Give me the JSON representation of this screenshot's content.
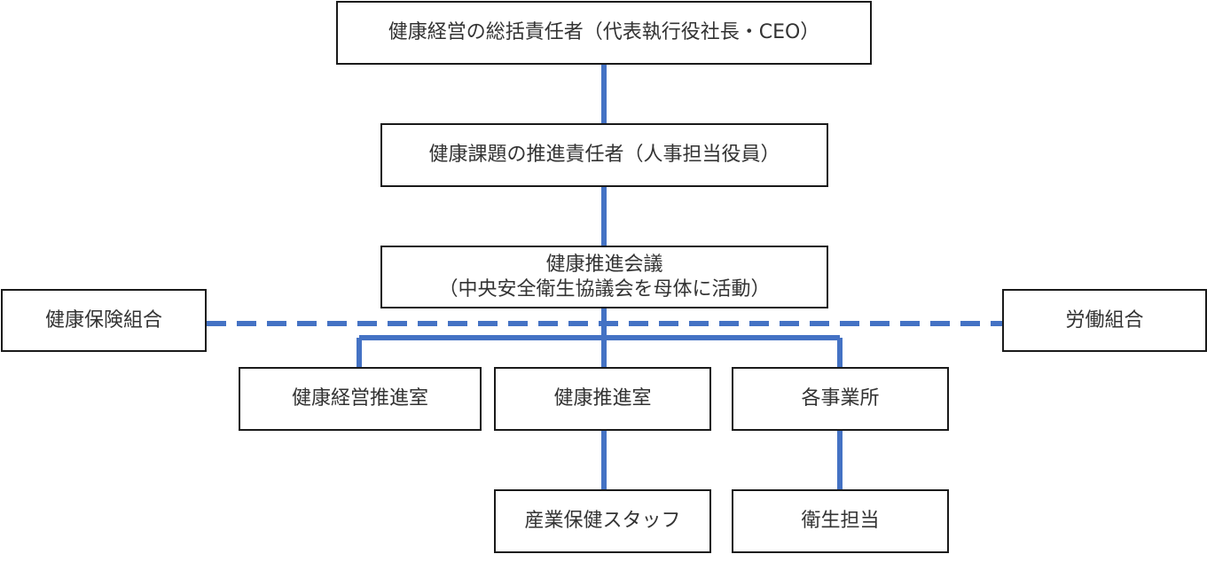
{
  "colors": {
    "connector": "#4472c4",
    "box_border": "#1a1a1a",
    "text": "#333333"
  },
  "nodes": {
    "ceo": {
      "label": "健康経営の総括責任者（代表執行役社長・CEO）"
    },
    "hr": {
      "label": "健康課題の推進責任者（人事担当役員）"
    },
    "council": {
      "line1": "健康推進会議",
      "line2": "（中央安全衛生協議会を母体に活動）"
    },
    "insurance": {
      "label": "健康保険組合"
    },
    "union": {
      "label": "労働組合"
    },
    "office": {
      "label": "健康経営推進室"
    },
    "health": {
      "label": "健康推進室"
    },
    "sites": {
      "label": "各事業所"
    },
    "staff": {
      "label": "産業保健スタッフ"
    },
    "hygiene": {
      "label": "衛生担当"
    }
  }
}
